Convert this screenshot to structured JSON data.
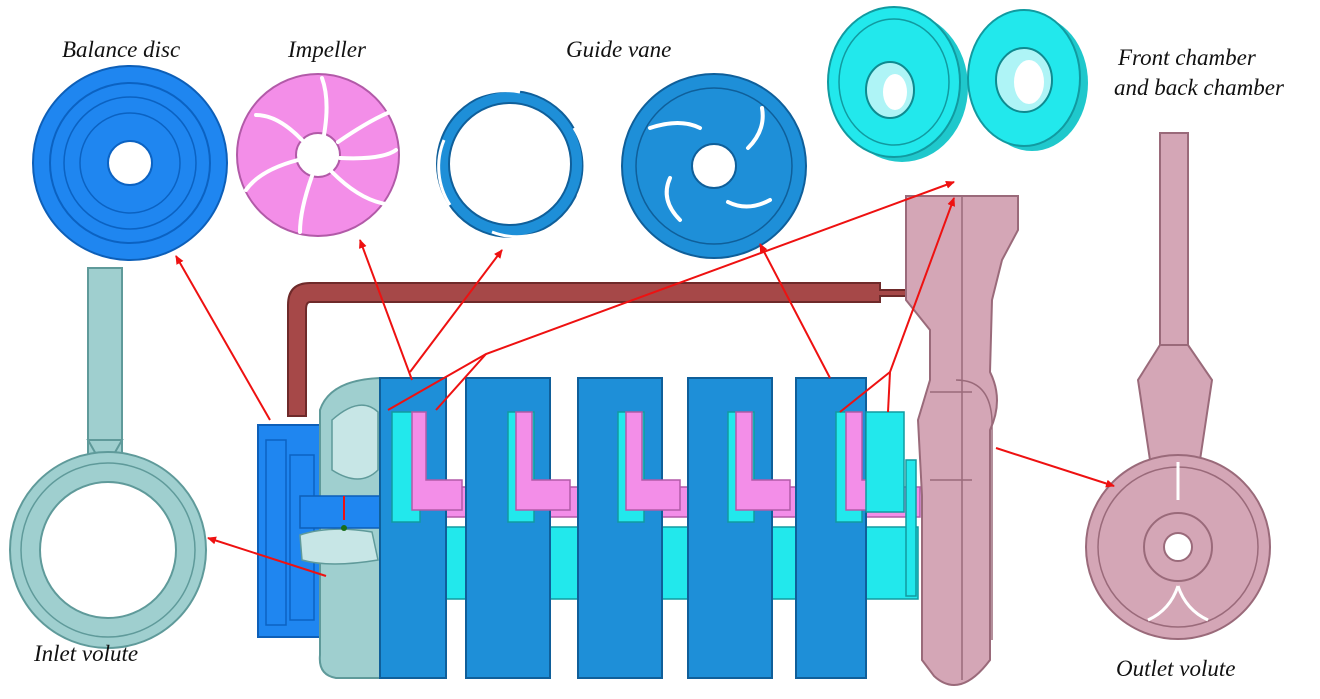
{
  "labels": {
    "balance_disc": "Balance disc",
    "impeller": "Impeller",
    "guide_vane": "Guide vane",
    "front_back_chamber_line1": "Front chamber",
    "front_back_chamber_line2": "and back chamber",
    "inlet_volute": "Inlet volute",
    "outlet_volute": "Outlet volute"
  },
  "colors": {
    "balance_disc": "#1f86f0",
    "impeller": "#f38ee8",
    "guide_vane": "#1e8fd8",
    "chamber": "#22e8ec",
    "inlet_volute": "#9fcfcf",
    "outlet_volute": "#d4a6b6",
    "balance_pipe": "#a64848",
    "arrow": "#ee1111"
  }
}
